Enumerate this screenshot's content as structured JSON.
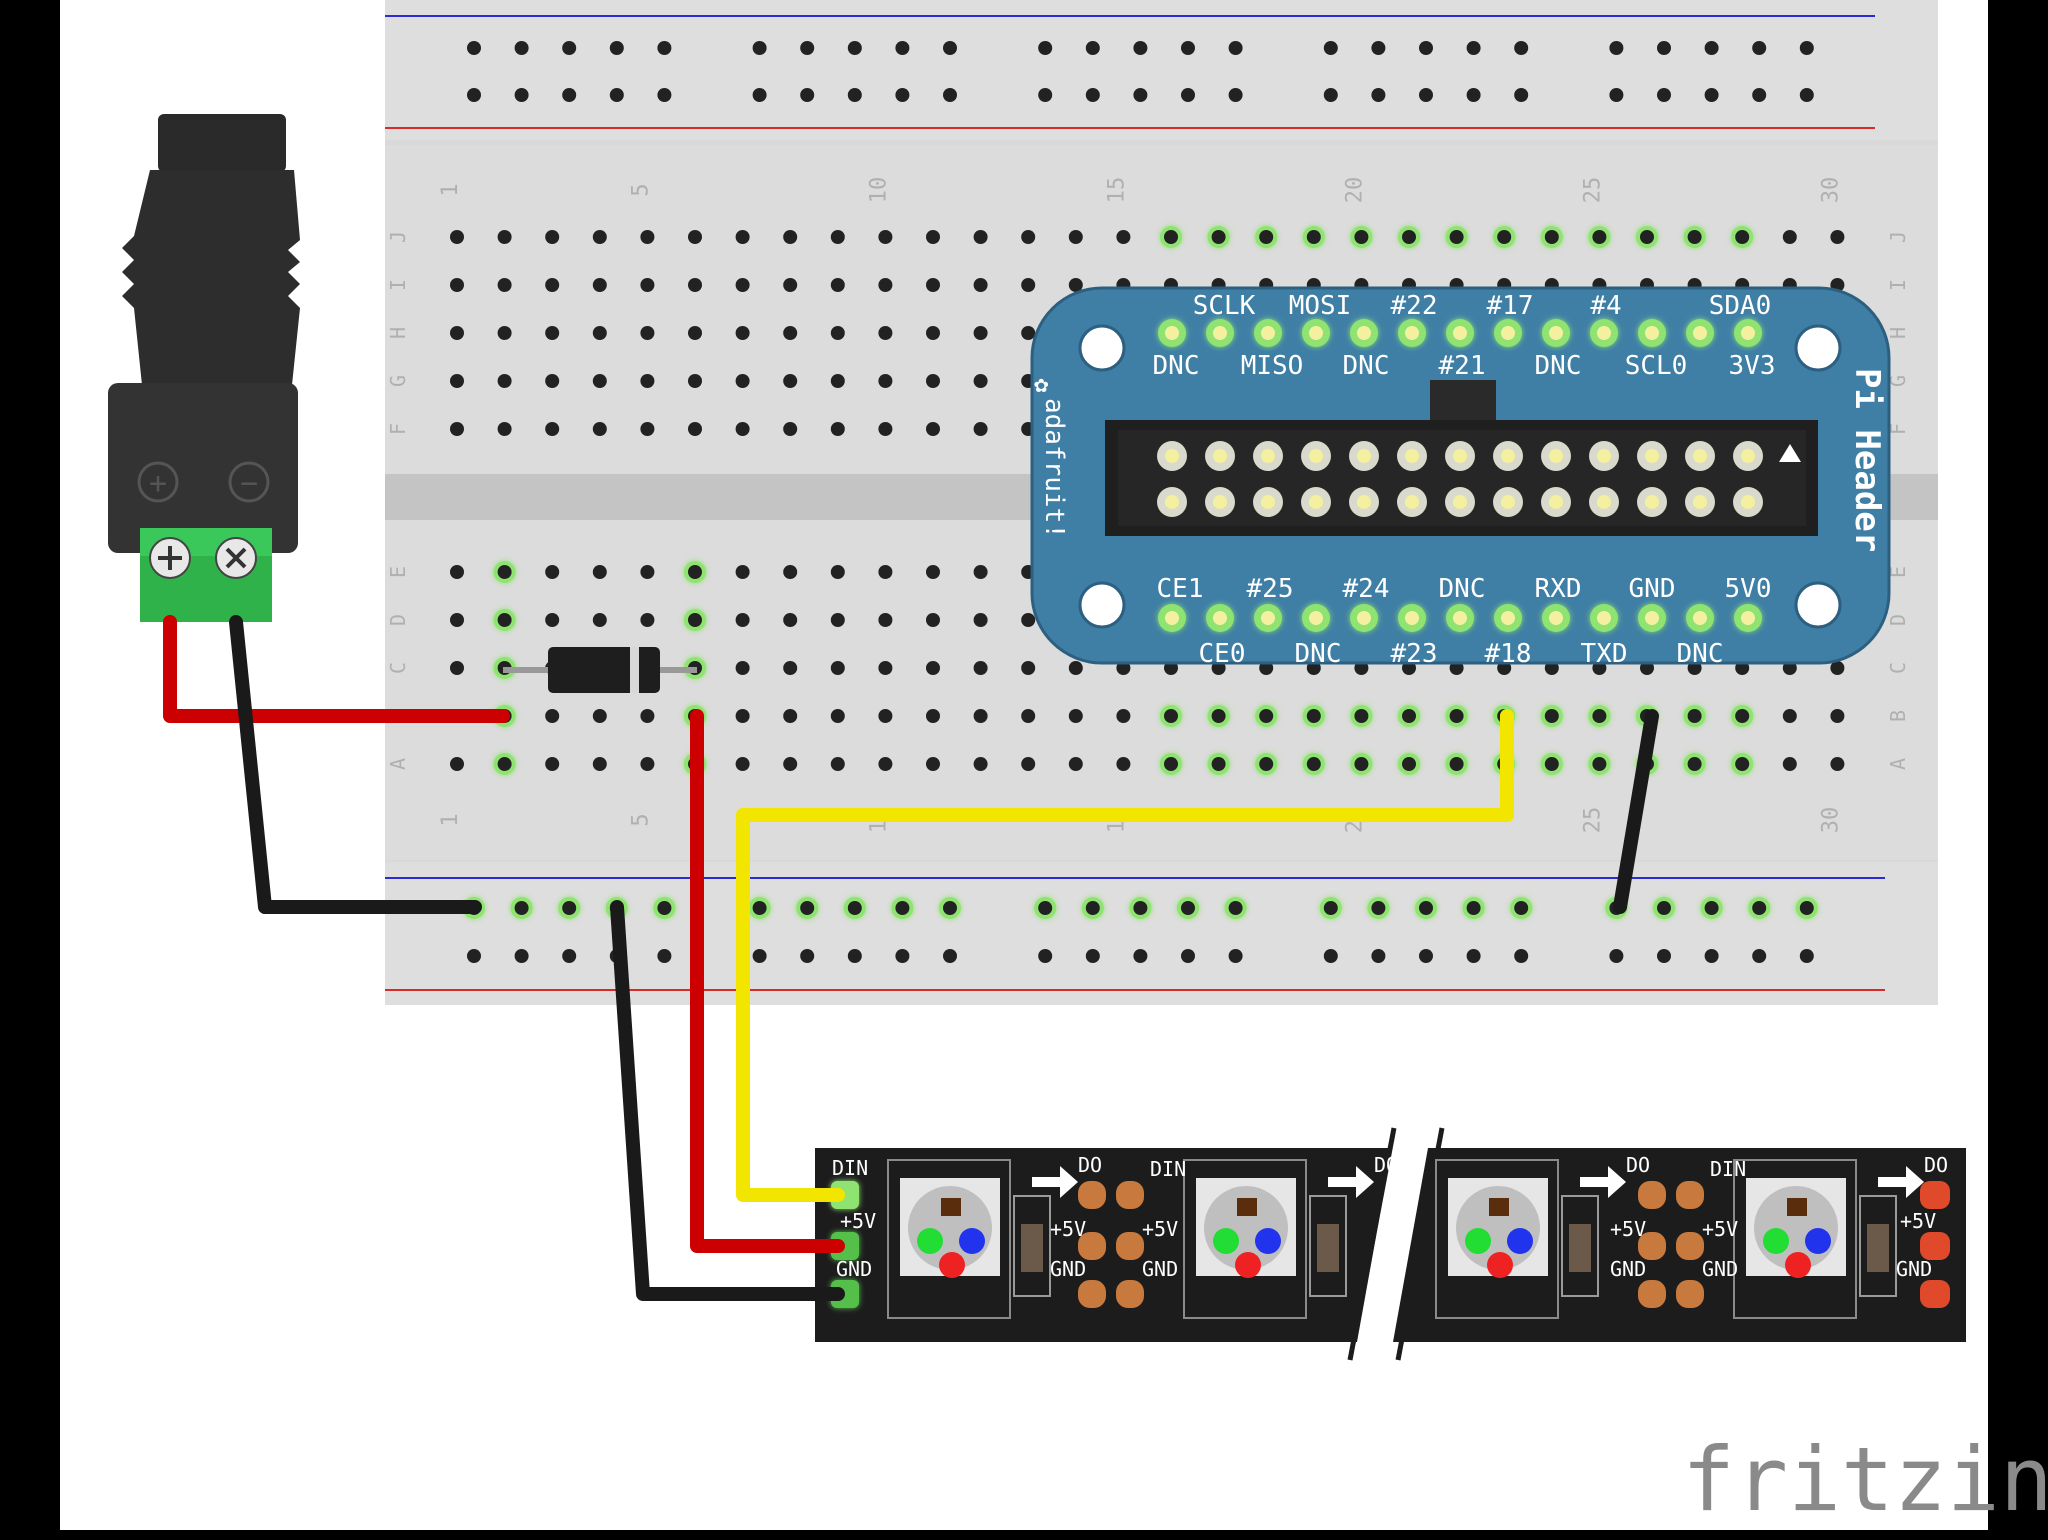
{
  "breadboard": {
    "row_letters_top": [
      "J",
      "I",
      "H",
      "G",
      "F"
    ],
    "row_letters_bottom": [
      "E",
      "D",
      "C",
      "B",
      "A"
    ],
    "column_numbers": [
      "1",
      "5",
      "10",
      "15",
      "20",
      "25",
      "30"
    ]
  },
  "pi_header": {
    "brand": "adafruit!",
    "label": "Pi Header",
    "top_labels_row1": [
      "SCLK",
      "MOSI",
      "#22",
      "#17",
      "#4",
      "SDA0"
    ],
    "top_labels_row2": [
      "DNC",
      "MISO",
      "DNC",
      "#21",
      "DNC",
      "SCL0",
      "3V3"
    ],
    "bottom_labels_row1": [
      "CE1",
      "#25",
      "#24",
      "DNC",
      "RXD",
      "GND",
      "5V0"
    ],
    "bottom_labels_row2": [
      "CE0",
      "DNC",
      "#23",
      "#18",
      "TXD",
      "DNC"
    ]
  },
  "power_jack": {
    "plus_symbol": "+",
    "minus_symbol": "−"
  },
  "led_strip": {
    "din_label": "DIN",
    "do_label": "DO",
    "plus5v_label": "+5V",
    "gnd_label": "GND"
  },
  "watermark": "fritzing",
  "colors": {
    "wire_red": "#cc0000",
    "wire_black": "#1a1a1a",
    "wire_yellow": "#f2e600",
    "header_blue": "#3f7fa6",
    "breadboard": "#dcdcdc",
    "terminal_green": "#2fb24a",
    "strip": "#1c1c1c"
  }
}
